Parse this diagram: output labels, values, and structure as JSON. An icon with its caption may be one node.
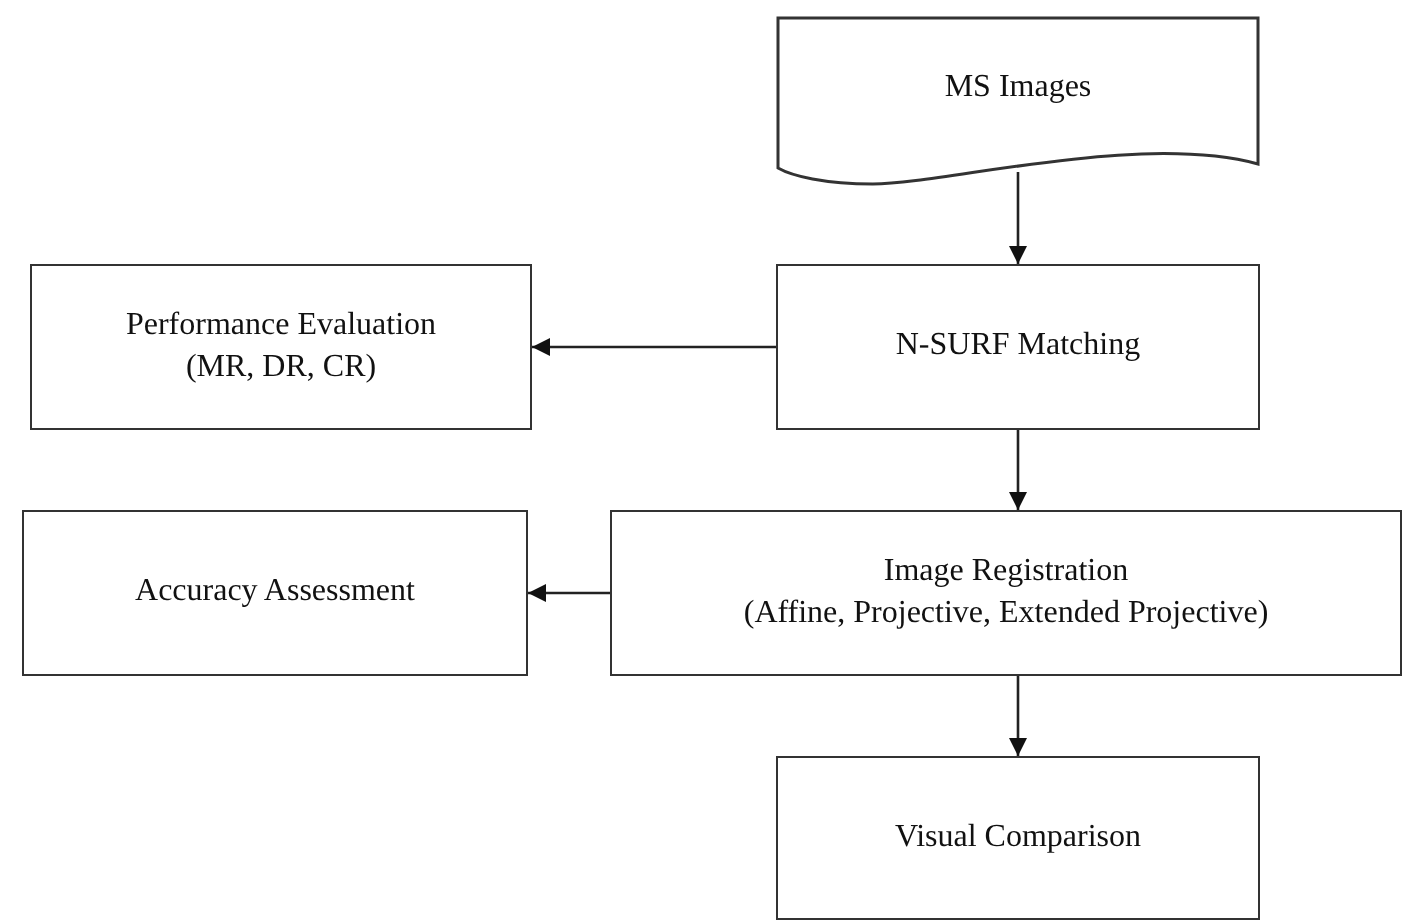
{
  "diagram": {
    "nodes": [
      {
        "text": [
          "MS Images"
        ]
      },
      {
        "text": [
          "Performance Evaluation",
          "(MR, DR, CR)"
        ]
      },
      {
        "text": [
          "N-SURF Matching"
        ]
      },
      {
        "text": [
          "Accuracy Assessment"
        ]
      },
      {
        "text": [
          "Image Registration",
          "(Affine, Projective, Extended Projective)"
        ]
      },
      {
        "text": [
          "Visual Comparison"
        ]
      }
    ],
    "edges": [
      {
        "from": 0,
        "to": 2,
        "arrow": "to"
      },
      {
        "from": 2,
        "to": 1,
        "arrow": "to"
      },
      {
        "from": 2,
        "to": 4,
        "arrow": "to"
      },
      {
        "from": 4,
        "to": 3,
        "arrow": "to"
      },
      {
        "from": 4,
        "to": 5,
        "arrow": "to"
      }
    ]
  }
}
